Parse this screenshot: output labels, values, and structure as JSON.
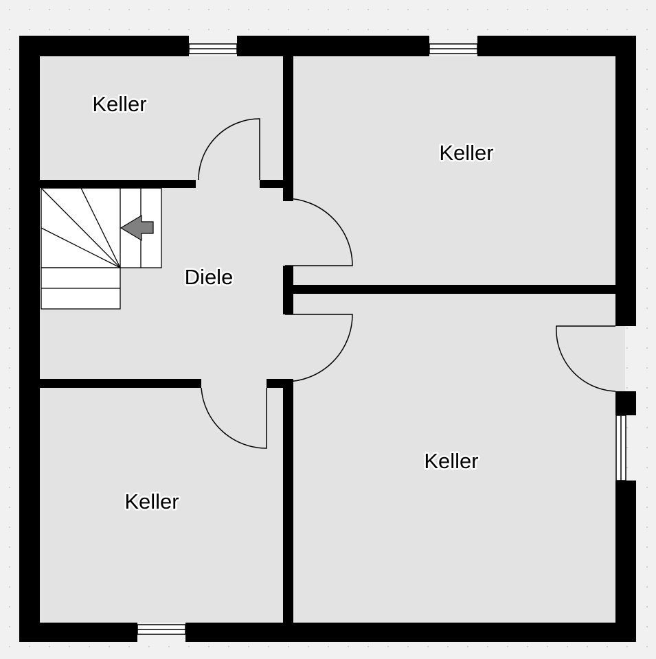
{
  "plan": {
    "rooms": [
      {
        "name": "Keller"
      },
      {
        "name": "Keller"
      },
      {
        "name": "Diele"
      },
      {
        "name": "Keller"
      },
      {
        "name": "Keller"
      }
    ]
  },
  "colors": {
    "wall": "#000000",
    "floor": "#e3e3e3",
    "background": "#f1f1f1",
    "arrow": "#808080"
  }
}
